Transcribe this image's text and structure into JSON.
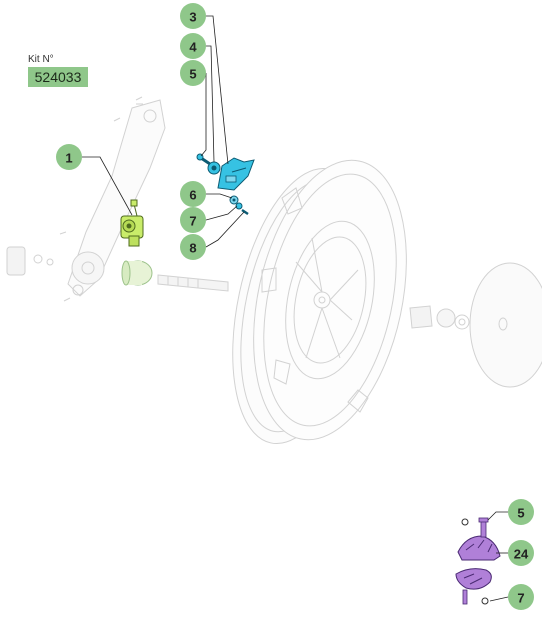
{
  "kit": {
    "label": "Kit N°",
    "number": "524033"
  },
  "callouts": [
    {
      "id": "c3",
      "label": "3"
    },
    {
      "id": "c4",
      "label": "4"
    },
    {
      "id": "c5",
      "label": "5"
    },
    {
      "id": "c1",
      "label": "1"
    },
    {
      "id": "c6",
      "label": "6"
    },
    {
      "id": "c7",
      "label": "7"
    },
    {
      "id": "c8",
      "label": "8"
    },
    {
      "id": "c5b",
      "label": "5"
    },
    {
      "id": "c24",
      "label": "24"
    },
    {
      "id": "c7b",
      "label": "7"
    }
  ],
  "colors": {
    "callout_fill": "#8fc78a",
    "ghost_line": "#d4d4d4",
    "bracket_cyan": "#36c2e3",
    "knuckle_green": "#c9ec6a",
    "cap_purple": "#b080d8"
  }
}
